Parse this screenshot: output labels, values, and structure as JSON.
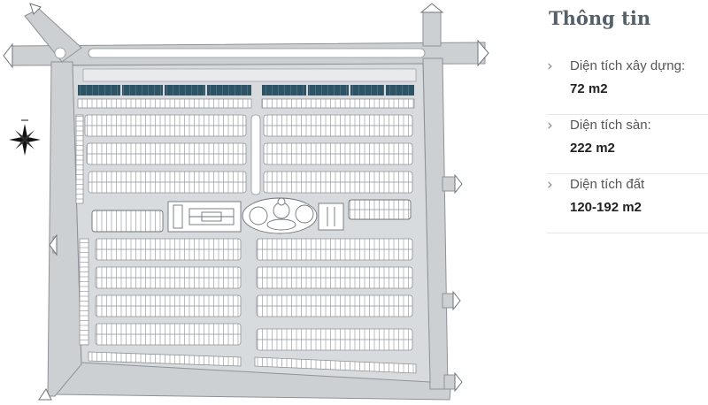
{
  "info": {
    "title": "Thông tin",
    "items": [
      {
        "label": "Diện tích xây dựng:",
        "value": "72 m2"
      },
      {
        "label": "Diện tích sàn:",
        "value": "222 m2"
      },
      {
        "label": "Diện tích đất",
        "value": "120-192 m2"
      }
    ]
  },
  "map": {
    "compass_icon": "compass-rose-icon",
    "chevron_icon": "chevron-right-icon",
    "colors": {
      "road": "#cdd0d3",
      "road_stroke": "#8c9298",
      "lot": "#ffffff",
      "lot_line": "#8c9298",
      "shophouse": "#2e5365"
    }
  }
}
